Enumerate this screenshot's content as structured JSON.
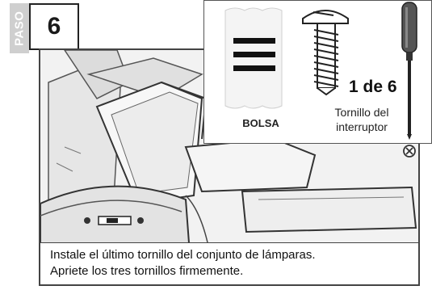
{
  "step": {
    "label": "PASO",
    "number": "6"
  },
  "inset": {
    "bag_label": "BOLSA",
    "quantity": "1 de 6",
    "part_name_line1": "Tornillo del",
    "part_name_line2": "interruptor",
    "icons": [
      "bag-icon",
      "screw-icon",
      "screwdriver-icon",
      "no-tool-icon"
    ]
  },
  "caption": {
    "line1": "Instale el último tornillo del conjunto de lámparas.",
    "line2": "Apriete los tres tornillos firmemente."
  },
  "colors": {
    "step_label_bg": "#cfcfcf",
    "border": "#444444",
    "illustration_fill": "#f2f2f2"
  }
}
